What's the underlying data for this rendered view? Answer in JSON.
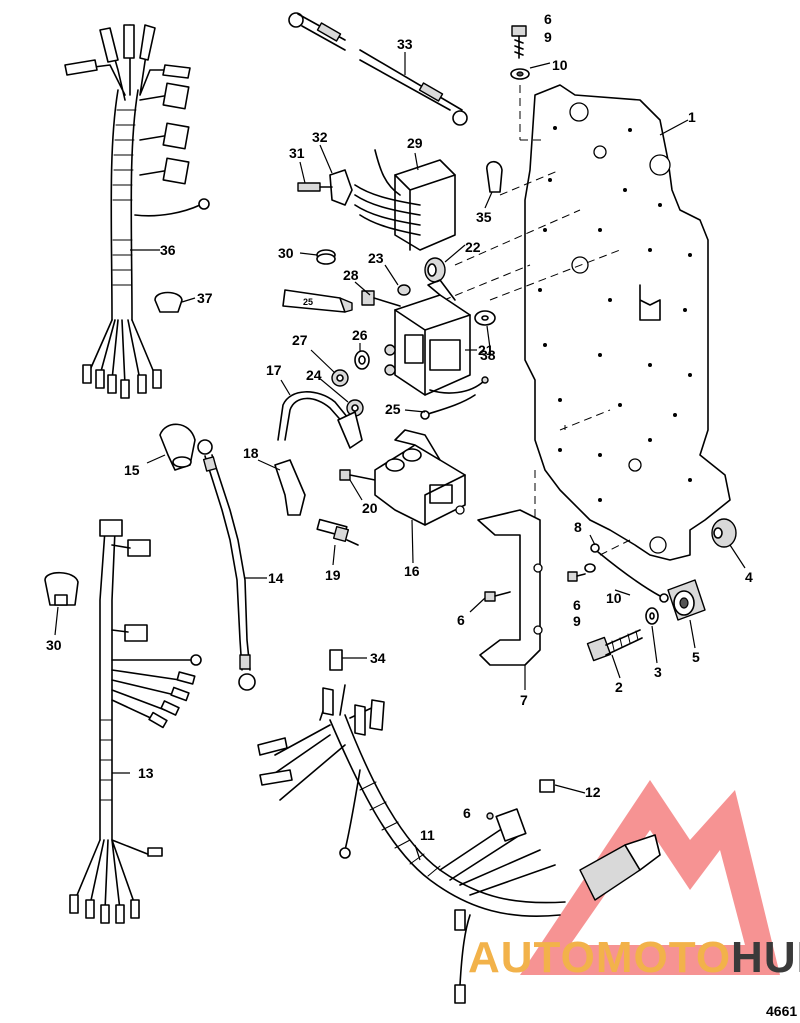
{
  "figure_number": "4661",
  "watermark": {
    "brand_a": "AUTOMOTO",
    "brand_b": "HUB",
    "color_a": "#f2b24a",
    "color_b": "#3a3a3a",
    "triangle_color": "#ef3b3b"
  },
  "tube_label": "25",
  "callouts": {
    "c1": "1",
    "c2": "2",
    "c3": "3",
    "c4": "4",
    "c5": "5",
    "c6a": "6",
    "c6b": "6",
    "c6c": "6",
    "c7": "7",
    "c8": "8",
    "c9a": "9",
    "c9b": "9",
    "c10a": "10",
    "c10b": "10",
    "c11": "11",
    "c12": "12",
    "c13": "13",
    "c14": "14",
    "c15": "15",
    "c16": "16",
    "c17": "17",
    "c18": "18",
    "c19": "19",
    "c20": "20",
    "c21": "21",
    "c22": "22",
    "c23": "23",
    "c24": "24",
    "c25": "25",
    "c26": "26",
    "c27": "27",
    "c28": "28",
    "c29": "29",
    "c30a": "30",
    "c30b": "30",
    "c31": "31",
    "c32": "32",
    "c33": "33",
    "c34": "34",
    "c35": "35",
    "c36": "36",
    "c37": "37",
    "c38": "38"
  }
}
